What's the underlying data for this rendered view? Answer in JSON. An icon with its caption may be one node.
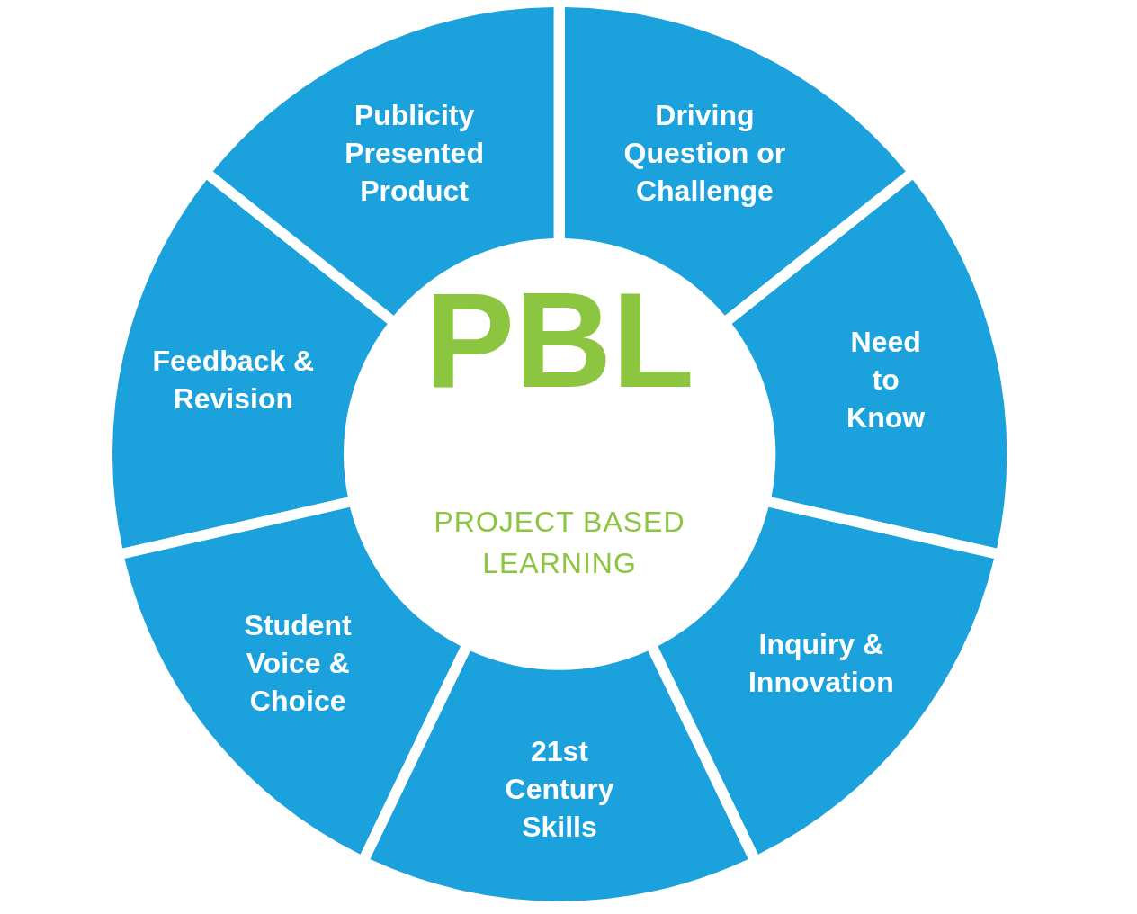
{
  "diagram": {
    "nodes": [
      {
        "text": [
          "PBL",
          "PROJECT BASED LEARNING"
        ]
      },
      {
        "text": [
          "Driving Question or Challenge"
        ]
      },
      {
        "text": [
          "Need to Know"
        ]
      },
      {
        "text": [
          "Inquiry & Innovation"
        ]
      },
      {
        "text": [
          "21st Century Skills"
        ]
      },
      {
        "text": [
          "Student Voice & Choice"
        ]
      },
      {
        "text": [
          "Feedback & Revision"
        ]
      },
      {
        "text": [
          "Publicity Presented Product"
        ]
      }
    ]
  }
}
